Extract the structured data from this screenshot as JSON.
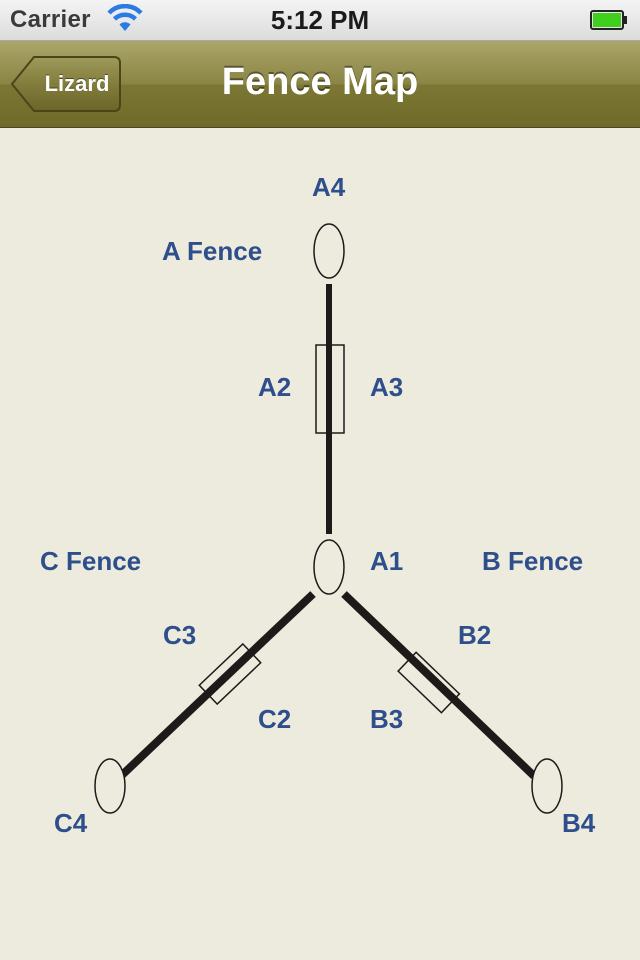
{
  "status_bar": {
    "carrier": "Carrier",
    "time": "5:12 PM",
    "wifi_icon": "wifi-icon",
    "battery_icon": "battery-icon",
    "battery_color": "#3fd01d"
  },
  "nav": {
    "back_label": "Lizard",
    "title": "Fence Map",
    "bar_color": "#8a8544"
  },
  "map": {
    "label_color": "#2e4e8c",
    "fences": {
      "a": "A Fence",
      "b": "B Fence",
      "c": "C Fence"
    },
    "points": {
      "a1": "A1",
      "a2": "A2",
      "a3": "A3",
      "a4": "A4",
      "b2": "B2",
      "b3": "B3",
      "b4": "B4",
      "c2": "C2",
      "c3": "C3",
      "c4": "C4"
    }
  }
}
